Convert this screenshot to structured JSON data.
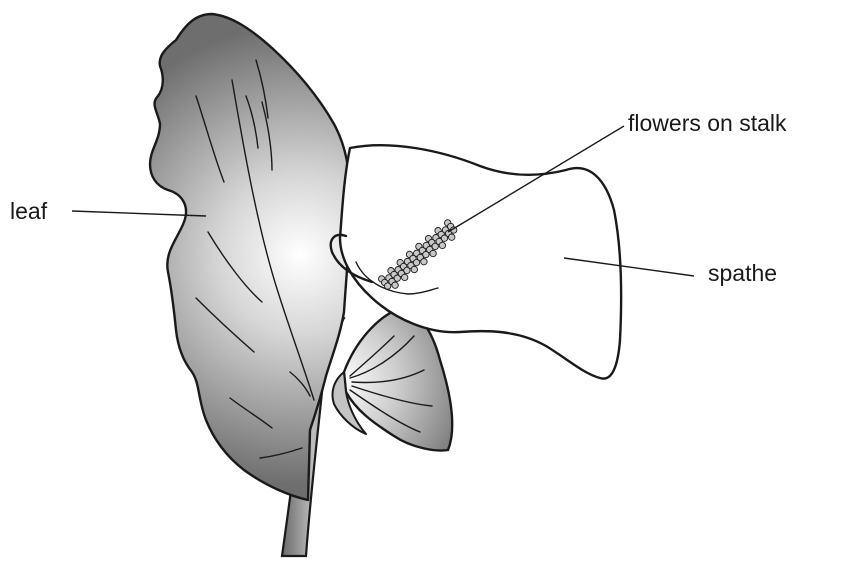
{
  "labels": {
    "leaf": "leaf",
    "flowers": "flowers on stalk",
    "spathe": "spathe"
  },
  "colors": {
    "ink": "#1a1a1a",
    "shade_dark": "#7a7a7a",
    "shade_light": "#ffffff",
    "spathe_fill": "#ffffff",
    "flower_fill": "#c8c8c8"
  }
}
